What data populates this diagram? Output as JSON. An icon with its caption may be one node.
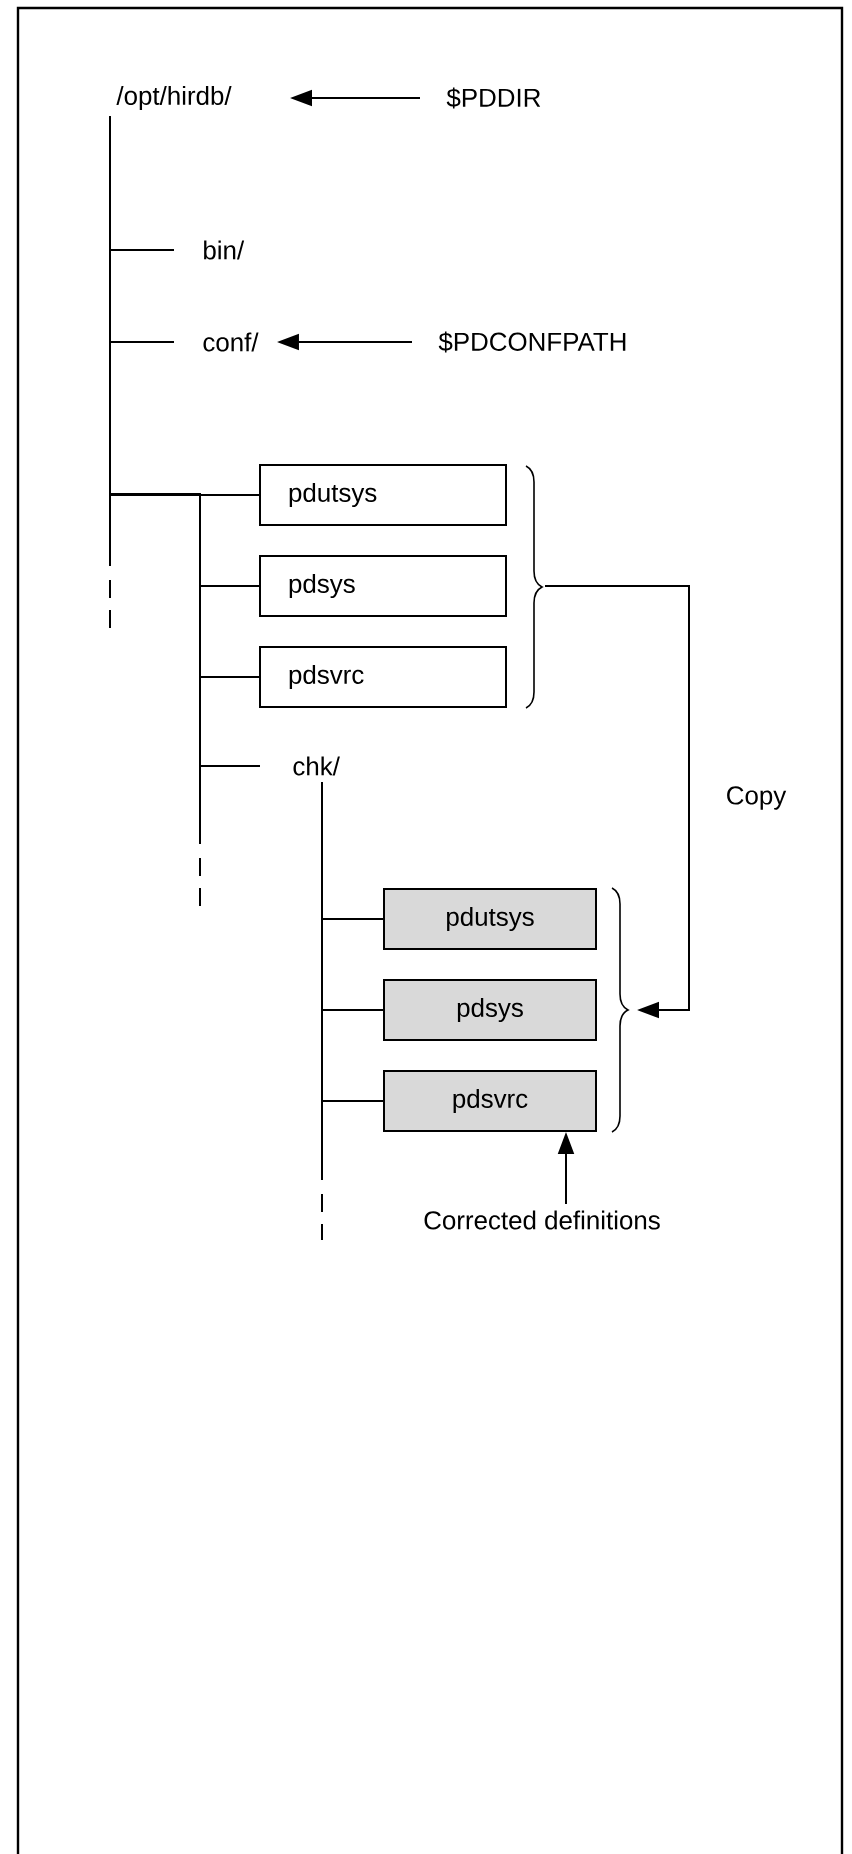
{
  "diagram": {
    "nodes": [
      {
        "text": [
          "/opt/hirdb/"
        ]
      },
      {
        "text": [
          "$PDDIR"
        ]
      },
      {
        "text": [
          "bin/"
        ]
      },
      {
        "text": [
          "conf/"
        ]
      },
      {
        "text": [
          "$PDCONFPATH"
        ]
      },
      {
        "text": [
          "pdutsys"
        ]
      },
      {
        "text": [
          "pdsys"
        ]
      },
      {
        "text": [
          "pdsvrc"
        ]
      },
      {
        "text": [
          "chk/"
        ]
      },
      {
        "text": [
          "pdutsys"
        ]
      },
      {
        "text": [
          "pdsys"
        ]
      },
      {
        "text": [
          "pdsvrc"
        ]
      },
      {
        "text": [
          "Corrected definitions"
        ]
      }
    ],
    "edges": [
      {
        "from": 1,
        "to": 0,
        "arrow": "to"
      },
      {
        "from": 4,
        "to": 3,
        "arrow": "to"
      },
      {
        "from": 0,
        "to": 2,
        "arrow": "none"
      },
      {
        "from": 0,
        "to": 3,
        "arrow": "none"
      },
      {
        "from": 0,
        "to": 5,
        "arrow": "none"
      },
      {
        "from": 0,
        "to": 6,
        "arrow": "none"
      },
      {
        "from": 0,
        "to": 7,
        "arrow": "none"
      },
      {
        "from": 0,
        "to": 8,
        "arrow": "none"
      },
      {
        "from": 8,
        "to": 9,
        "arrow": "none"
      },
      {
        "from": 8,
        "to": 10,
        "arrow": "none"
      },
      {
        "from": 8,
        "to": 11,
        "arrow": "none"
      },
      {
        "from": 6,
        "to": 10,
        "arrow": "to",
        "label": "Copy"
      },
      {
        "from": 12,
        "to": 11,
        "arrow": "to"
      }
    ]
  }
}
